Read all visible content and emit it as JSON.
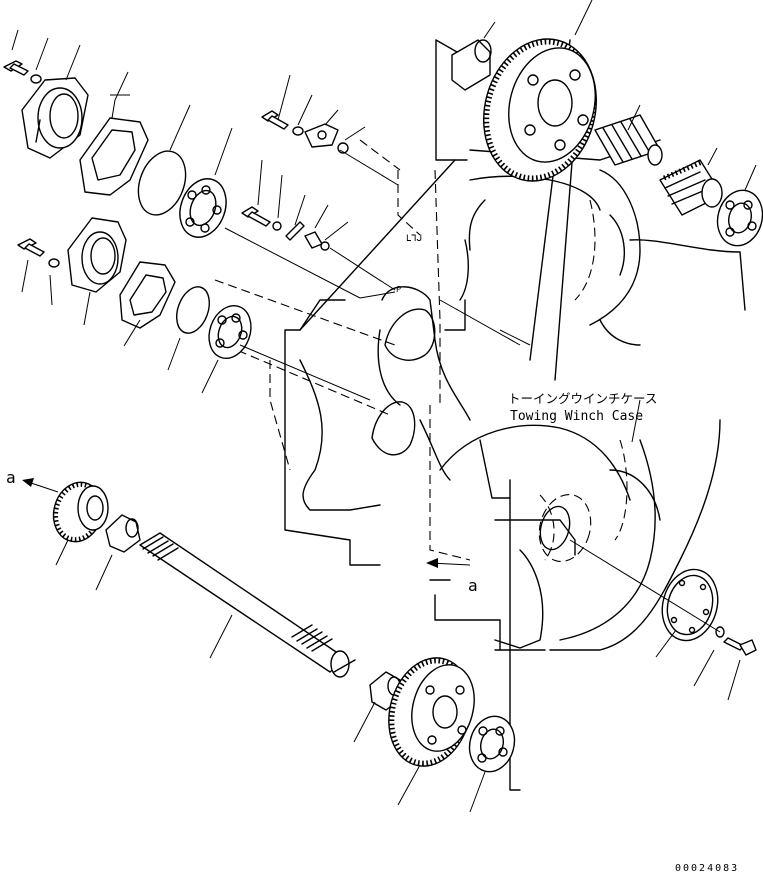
{
  "labels": {
    "case_jp": "トーイングウインチケース",
    "case_en": "Towing Winch Case",
    "marker_a": "a",
    "drawing_number": "00024083"
  }
}
